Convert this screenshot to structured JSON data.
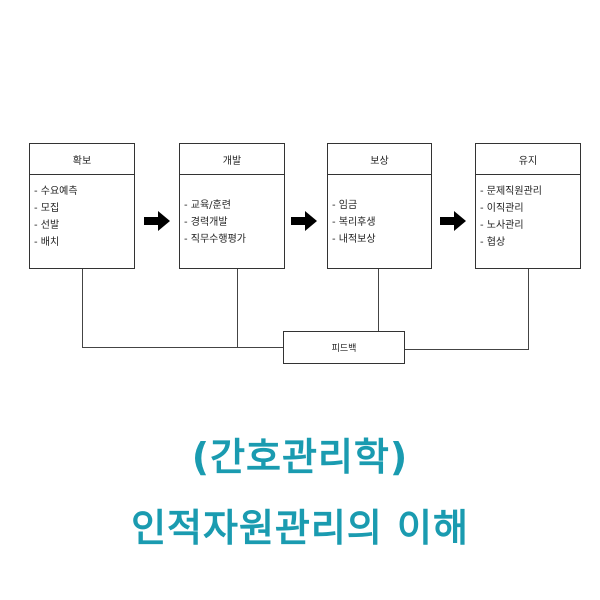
{
  "boxes": [
    {
      "title": "확보",
      "items": [
        "- 수요예측",
        "- 모집",
        "- 선발",
        "- 배치"
      ]
    },
    {
      "title": "개발",
      "items": [
        "- 교육/훈련",
        "- 경력개발",
        "- 직무수행평가"
      ]
    },
    {
      "title": "보상",
      "items": [
        "- 임금",
        "- 복리후생",
        "- 내적보상"
      ]
    },
    {
      "title": "유지",
      "items": [
        "- 문제직원관리",
        "- 이직관리",
        "- 노사관리",
        "- 협상"
      ]
    }
  ],
  "feedback": "피드백",
  "title_line1": "(간호관리학)",
  "title_line2": "인적자원관리의 이해",
  "colors": {
    "title": "#1a9bb0",
    "border": "#333333"
  }
}
